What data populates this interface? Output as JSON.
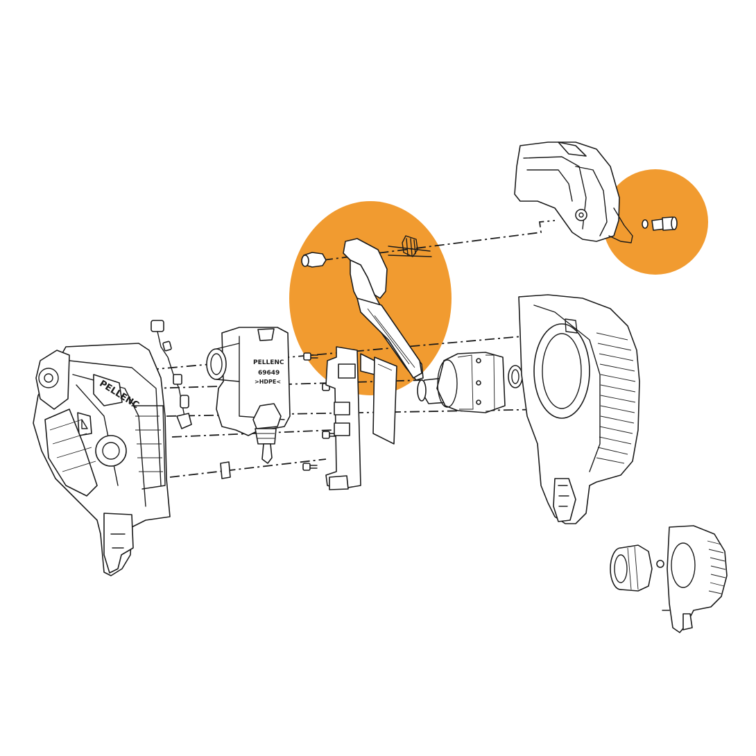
{
  "diagram": {
    "highlight_color": "#F0931E",
    "line_color": "#1a1a1a",
    "labels": {
      "brand_tank": "PELLENC",
      "part_number": "69649",
      "material": ">HDPE<",
      "brand_housing": "PELLENC"
    },
    "highlighted_parts": [
      "trigger-lever-assembly",
      "cover-screw-assembly"
    ]
  }
}
